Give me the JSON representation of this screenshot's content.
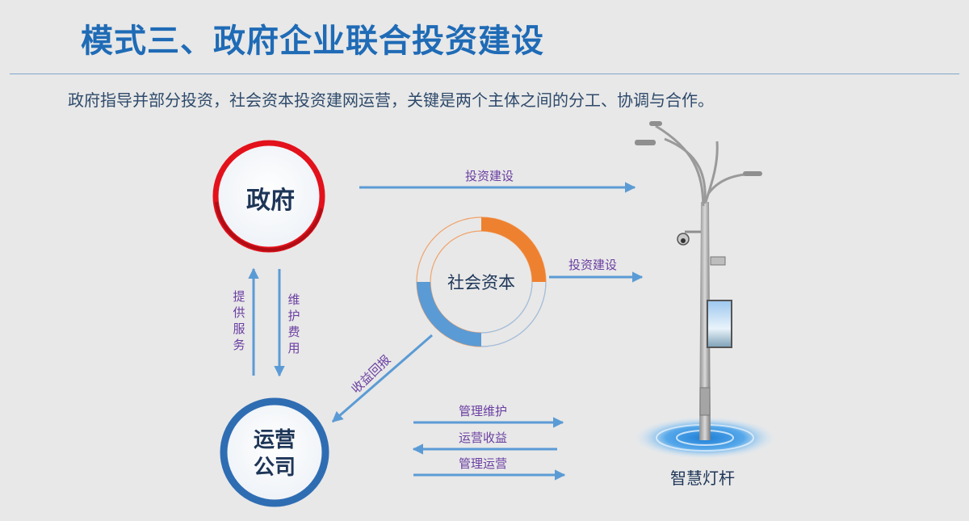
{
  "header": {
    "title": "模式三、政府企业联合投资建设",
    "subtitle": "政府指导并部分投资，社会资本投资建网运营，关键是两个主体之间的分工、协调与合作。"
  },
  "nodes": {
    "government": "政府",
    "social_capital": "社会资本",
    "operator_line1": "运营",
    "operator_line2": "公司",
    "smart_pole": "智慧灯杆"
  },
  "flows": {
    "gov_to_pole": "投资建设",
    "capital_to_pole": "投资建设",
    "operator_to_gov": [
      "提",
      "供",
      "服",
      "务"
    ],
    "gov_to_operator": [
      "维",
      "护",
      "费",
      "用"
    ],
    "capital_to_operator": "收益回报",
    "mgmt_maintenance": "管理维护",
    "operating_income": "运营收益",
    "mgmt_operation": "管理运营"
  },
  "colors": {
    "title": "#1f6bb6",
    "arrow": "#5b9bd5",
    "flow_text": "#6a3ea1",
    "gov_ring": "#e3111b",
    "operator_ring": "#2f6db3",
    "capital_orange": "#ee8130",
    "capital_blue": "#5b9bd5"
  }
}
